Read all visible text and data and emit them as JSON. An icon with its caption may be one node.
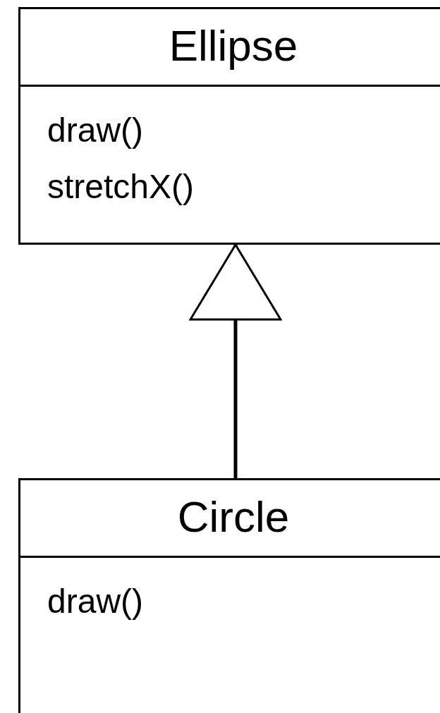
{
  "diagram": {
    "nodes": [
      {
        "text": [
          "Ellipse",
          "draw()",
          "stretchX()"
        ]
      },
      {
        "text": [
          "Circle",
          "draw()"
        ]
      }
    ],
    "edges": [
      {
        "from": 1,
        "to": 0,
        "arrow": "to"
      }
    ]
  }
}
